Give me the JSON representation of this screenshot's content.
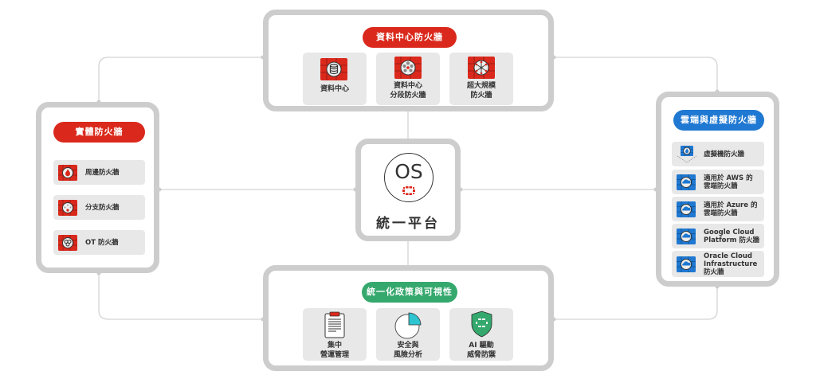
{
  "center": {
    "logo_text": "OS",
    "title": "統一平台"
  },
  "top": {
    "title": "資料中心防火牆",
    "color": "#da291c",
    "items": [
      {
        "label": "資料中心",
        "icon": "database-icon"
      },
      {
        "label": "資料中心\n分段防火牆",
        "icon": "segmentation-icon"
      },
      {
        "label": "超大規模\n防火牆",
        "icon": "hyperscale-icon"
      }
    ]
  },
  "left": {
    "title": "實體防火牆",
    "color": "#da291c",
    "items": [
      {
        "label": "周邊防火牆",
        "icon": "flame-firewall-icon"
      },
      {
        "label": "分支防火牆",
        "icon": "branch-firewall-icon"
      },
      {
        "label": "OT 防火牆",
        "icon": "ot-firewall-icon"
      }
    ]
  },
  "right": {
    "title": "雲端與虛擬防火牆",
    "color": "#1f78d1",
    "items": [
      {
        "label": "虛擬機防火牆",
        "icon": "vm-firewall-icon"
      },
      {
        "label": "適用於 AWS 的\n雲端防火牆",
        "icon": "cloud-firewall-icon"
      },
      {
        "label": "適用於 Azure 的\n雲端防火牆",
        "icon": "cloud-firewall-icon"
      },
      {
        "label": "Google Cloud\nPlatform 防火牆",
        "icon": "cloud-firewall-icon"
      },
      {
        "label": "Oracle Cloud\nInfrastructure\n防火牆",
        "icon": "cloud-firewall-icon"
      }
    ]
  },
  "bottom": {
    "title": "統一化政策與可視性",
    "color": "#35a86d",
    "items": [
      {
        "label": "集中\n營運管理",
        "icon": "clipboard-icon"
      },
      {
        "label": "安全與\n風險分析",
        "icon": "pie-chart-icon"
      },
      {
        "label": "AI 驅動\n威脅防禦",
        "icon": "shield-icon"
      }
    ]
  },
  "colors": {
    "frame": "#cdcdcd",
    "tile": "#e8e8e8",
    "red": "#da291c",
    "blue": "#1f78d1",
    "green": "#35a86d",
    "teal": "#2ec4d0"
  }
}
